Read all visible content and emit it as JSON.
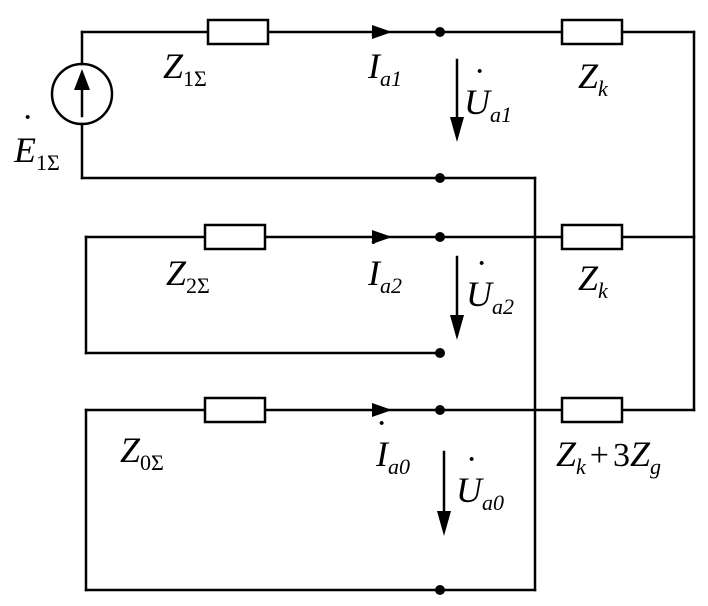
{
  "source": {
    "symbol": "E",
    "subscript": "1Σ"
  },
  "rows": [
    {
      "impedance_symbol": "Z",
      "impedance_sub": "1Σ",
      "current_symbol": "I",
      "current_sub": "a1",
      "voltage_symbol": "U",
      "voltage_sub": "a1"
    },
    {
      "impedance_symbol": "Z",
      "impedance_sub": "2Σ",
      "current_symbol": "I",
      "current_sub": "a2",
      "voltage_symbol": "U",
      "voltage_sub": "a2"
    },
    {
      "impedance_symbol": "Z",
      "impedance_sub": "0Σ",
      "current_symbol": "I",
      "current_sub": "a0",
      "voltage_symbol": "U",
      "voltage_sub": "a0"
    }
  ],
  "fault_impedances": [
    {
      "symbol": "Z",
      "sub": "k"
    },
    {
      "symbol": "Z",
      "sub": "k"
    },
    {
      "symbol": "Z",
      "sub": "k",
      "plus": "+",
      "coef": "3",
      "symbol2": "Z",
      "sub2": "g"
    }
  ]
}
